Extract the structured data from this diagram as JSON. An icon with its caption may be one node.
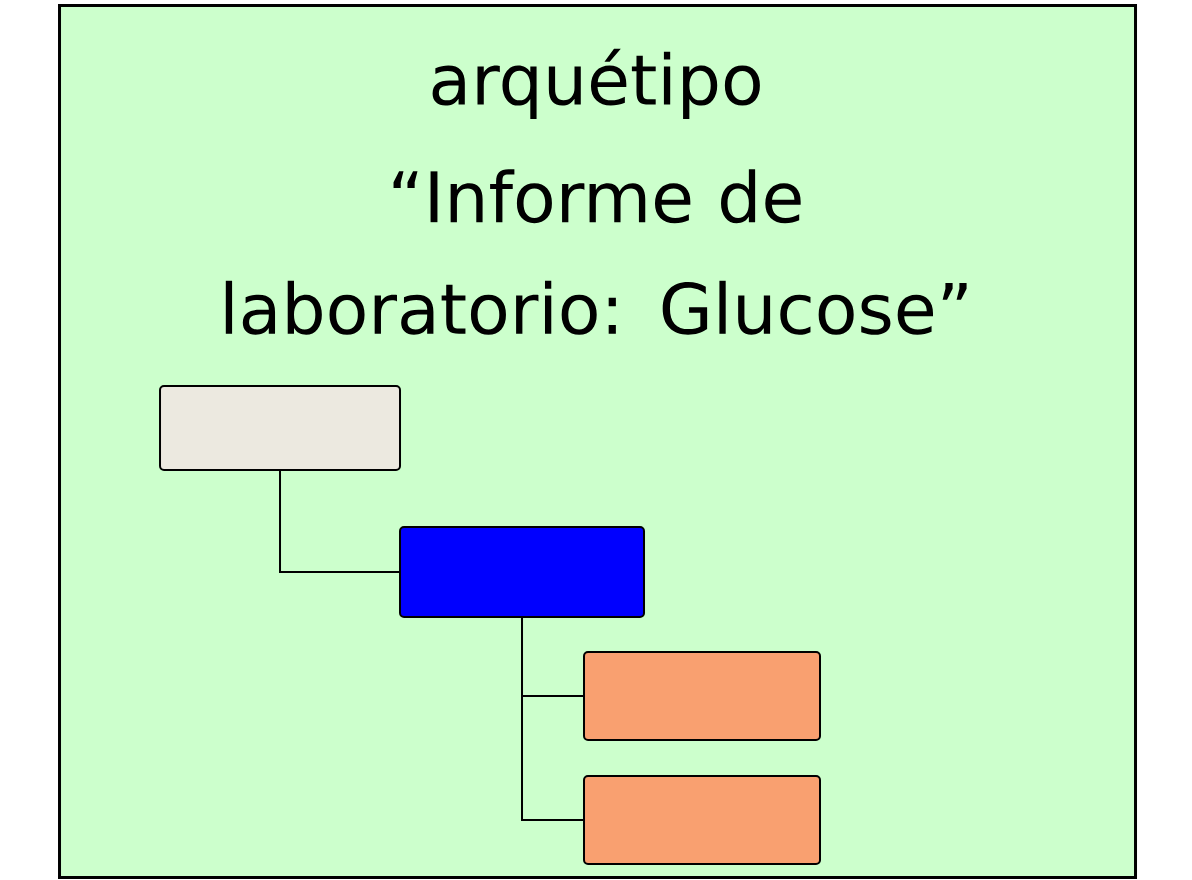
{
  "diagram": {
    "nodes": [
      {
        "text": [
          "arquétipo",
          "“Informe de laboratorio: Glucose”"
        ]
      },
      {
        "text": [],
        "shape": "box",
        "in": 0
      },
      {
        "text": [],
        "shape": "box",
        "in": 0
      },
      {
        "text": [],
        "shape": "box",
        "in": 0
      },
      {
        "text": [],
        "shape": "box",
        "in": 0
      }
    ],
    "edges": [
      {
        "from": 1,
        "to": 2,
        "arrow": "none"
      },
      {
        "from": 2,
        "to": 3,
        "arrow": "none"
      },
      {
        "from": 2,
        "to": 4,
        "arrow": "none"
      }
    ]
  }
}
